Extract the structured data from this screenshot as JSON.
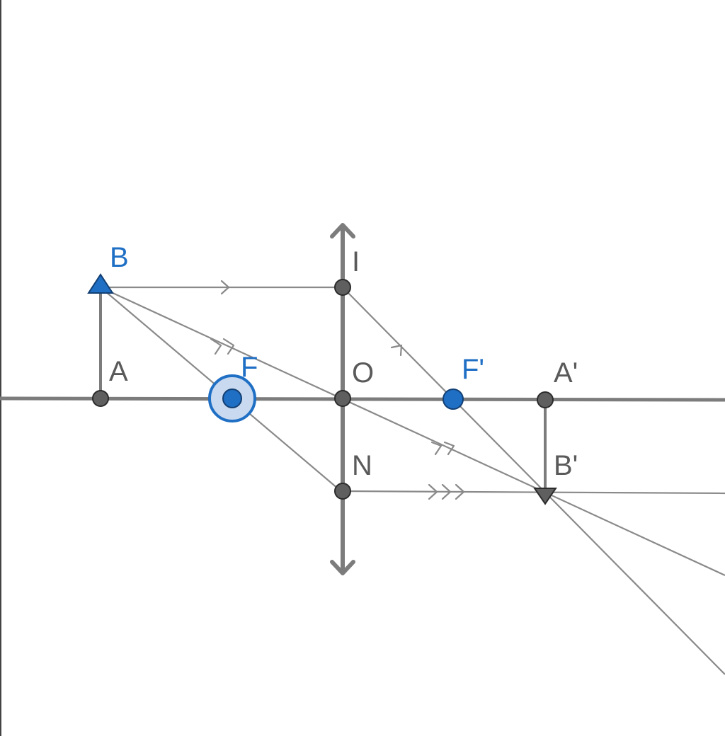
{
  "labels": {
    "B": "B",
    "A": "A",
    "F": "F",
    "O": "O",
    "I": "I",
    "N": "N",
    "F_prime": "F'",
    "A_prime": "A'",
    "B_prime": "B'"
  },
  "colors": {
    "background": "#ffffff",
    "ray": "#8a8a8a",
    "axis": "#7c7c7c",
    "point_gray": "#5f5f5f",
    "point_blue": "#1f6fc5",
    "selection_halo": "#c9d9f0",
    "label_gray": "#5a5a5a",
    "label_blue": "#1f6fc5"
  },
  "selected_point": "F"
}
